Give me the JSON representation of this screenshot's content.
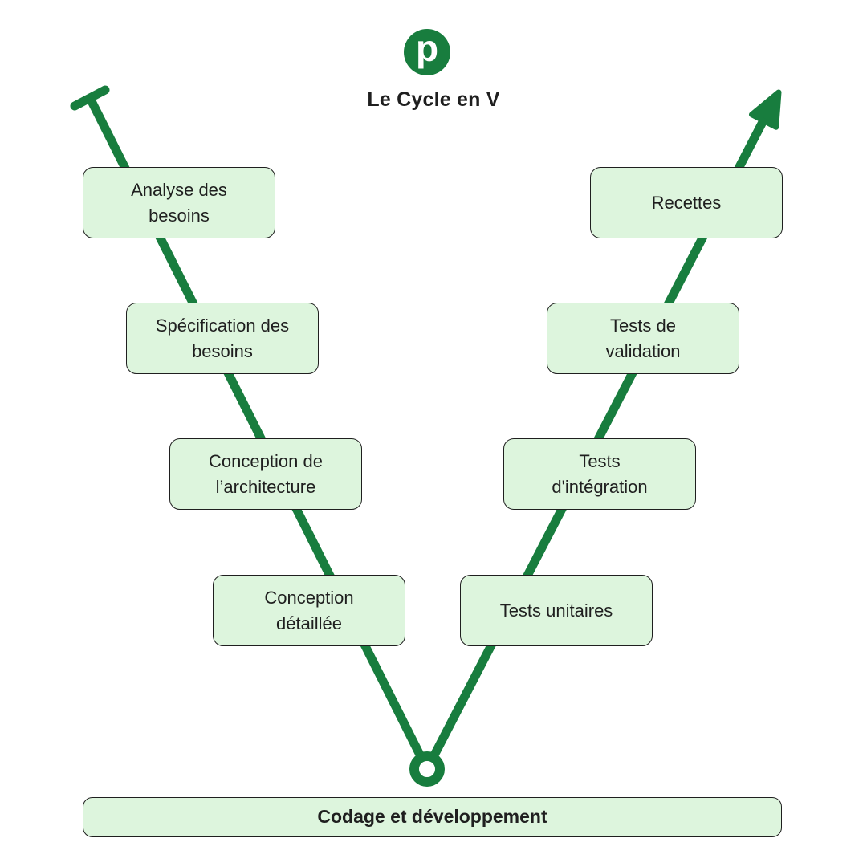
{
  "title": "Le Cycle en V",
  "logo": {
    "letter": "p"
  },
  "colors": {
    "green": "#187d3e",
    "box_fill": "#ddf5dd",
    "box_border": "#1f1f1f",
    "text": "#1f1f1f"
  },
  "stages": {
    "left": [
      {
        "label": "Analyse des\nbesoins"
      },
      {
        "label": "Spécification des\nbesoins"
      },
      {
        "label": "Conception de\nl’architecture"
      },
      {
        "label": "Conception\ndétaillée"
      }
    ],
    "right": [
      {
        "label": "Recettes"
      },
      {
        "label": "Tests de\nvalidation"
      },
      {
        "label": "Tests\nd'intégration"
      },
      {
        "label": "Tests unitaires"
      }
    ],
    "bottom": {
      "label": "Codage et développement"
    }
  }
}
